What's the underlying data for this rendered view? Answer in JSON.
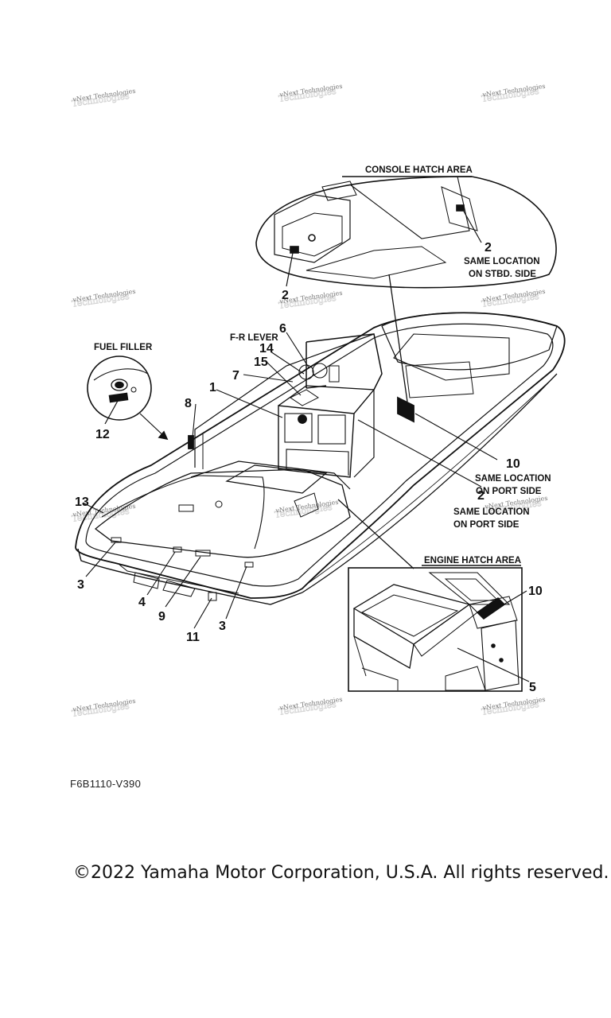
{
  "callouts": {
    "console_hatch_area": "CONSOLE HATCH AREA",
    "engine_hatch_area": "ENGINE HATCH AREA",
    "fuel_filler": "FUEL FILLER",
    "fr_lever": "F-R LEVER",
    "same_location_stbd_1": "SAME LOCATION",
    "same_location_stbd_2": "ON STBD. SIDE",
    "same_location_port_a1": "SAME LOCATION",
    "same_location_port_a2": "ON PORT SIDE",
    "same_location_port_b1": "SAME LOCATION",
    "same_location_port_b2": "ON PORT SIDE"
  },
  "part_numbers": {
    "n1": "1",
    "n2a": "2",
    "n2b": "2",
    "n2c": "2",
    "n3a": "3",
    "n3b": "3",
    "n4": "4",
    "n5": "5",
    "n6": "6",
    "n7": "7",
    "n8": "8",
    "n9": "9",
    "n10a": "10",
    "n10b": "10",
    "n11": "11",
    "n12": "12",
    "n13": "13",
    "n14": "14",
    "n15": "15"
  },
  "watermark": {
    "line1": "vNext Technologies",
    "line2": "Technologies"
  },
  "diagram_code": "F6B1110-V390",
  "copyright": "©2022 Yamaha Motor Corporation, U.S.A. All rights reserved."
}
